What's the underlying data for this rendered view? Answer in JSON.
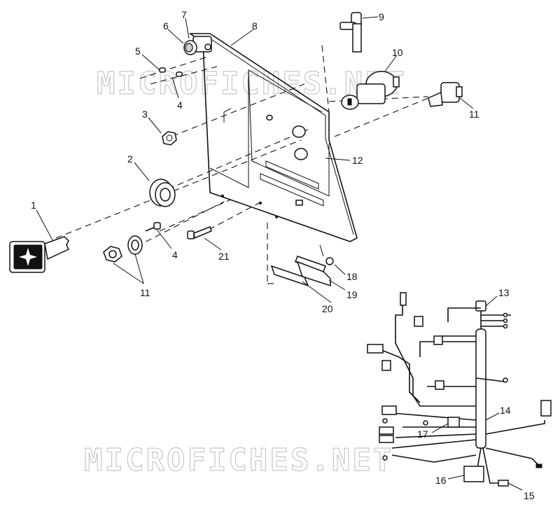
{
  "watermarks": [
    "MICROFICHES.NET",
    "MICROFICHES.NET"
  ],
  "callouts": {
    "c1": "1",
    "c2": "2",
    "c3": "3",
    "c4a": "4",
    "c4b": "4",
    "c5": "5",
    "c6": "6",
    "c7": "7",
    "c8": "8",
    "c9": "9",
    "c10": "10",
    "c11a": "11",
    "c11b": "11",
    "c12": "12",
    "c13": "13",
    "c14": "14",
    "c15": "15",
    "c16": "16",
    "c17": "17",
    "c18": "18",
    "c19": "19",
    "c20": "20",
    "c21": "21"
  },
  "colors": {
    "ink": "#111111",
    "watermark": "#c8c8c8",
    "background": "#ffffff"
  }
}
